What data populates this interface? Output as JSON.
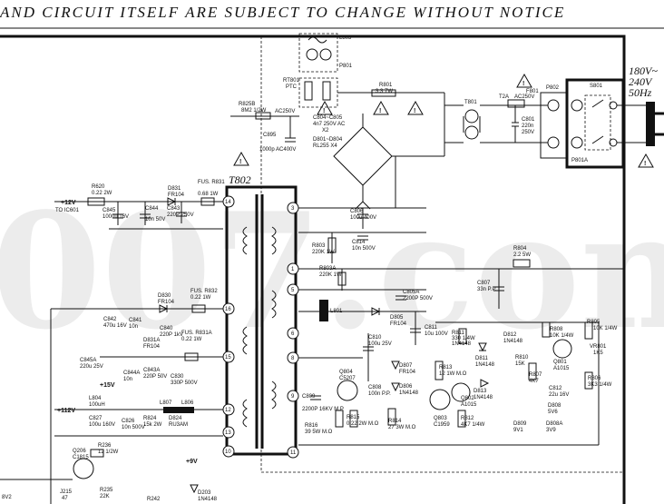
{
  "banner": "AND CIRCUIT ITSELF ARE SUBJECT TO CHANGE WITHOUT NOTICE",
  "watermark": "007.com",
  "mains": {
    "line1": "180V~",
    "line2": "240V",
    "line3": "50Hz"
  },
  "transformer": {
    "name": "T802"
  },
  "pins": [
    "14",
    "16",
    "15",
    "12",
    "13",
    "10",
    "3",
    "1",
    "5",
    "6",
    "8",
    "9",
    "11"
  ],
  "labels": {
    "L803": "L803",
    "P801": "P801",
    "RT801": "RT801",
    "PTC": "PTC",
    "AC250V": "AC250V",
    "R801": "R801",
    "R801v": "3.3 7W",
    "T801": "T801",
    "T2A": "T2A",
    "AC250V2": "AC250V",
    "F801": "F801",
    "C801": "C801",
    "C801v1": "220n",
    "C801v2": "250V",
    "P802": "P802",
    "S801": "S801",
    "P801A": "P801A",
    "R825B": "R825B",
    "R825Bv": "8M2 1/2W",
    "C895": "C895",
    "C895v": "1000p AC400V",
    "C804": "C804~C805",
    "C804v": "4n7 250V AC",
    "x2": "X2",
    "D801": "D801~D804",
    "D801v": "RL255 X4",
    "C806": "C806",
    "C806v": "100u 400V",
    "R620": "R620",
    "R620v": "0.22 2W",
    "plus12": "+12V",
    "toIC601": "TO IC601",
    "C845": "C845",
    "C845v": "1000u 16V",
    "C844": "C844",
    "C844v": "10n 50V",
    "D831": "D831",
    "D831v": "FR104",
    "C843": "C843",
    "C843v": "220P 250V",
    "R831": "FUS. R831",
    "R831v": "0.68 1W",
    "R803": "R803",
    "R803v": "220K 1W",
    "C814": "C814",
    "C814v": "10n 500V",
    "R804": "R804",
    "R804v": "2.2 5W",
    "R803A": "R803A",
    "R803Av": "220K 1W",
    "C807": "C807",
    "C807v": "33n P.P.",
    "D830": "D830",
    "D830v": "FR104",
    "R832": "FUS. R832",
    "R832v": "0.22 1W",
    "C842": "C842",
    "C842v": "470u 16V",
    "C841": "C841",
    "C841v": "10n",
    "C840": "C840",
    "C840v": "220P 1kV",
    "L801": "L801",
    "C805A": "C805A",
    "C805Av": "2200P 500V",
    "D805": "D805",
    "D805v": "FR104",
    "C811": "C811",
    "C811v": "10u 100V",
    "R811": "R811",
    "R811v": "330 1/4W",
    "D811": "D811",
    "D811v": "1N4148",
    "D812": "D812",
    "D812v": "1N4148",
    "R808": "R808",
    "R808v": "10K 1/4W",
    "R805": "R805",
    "R805v": "10K 1/4W",
    "VR801": "VR801",
    "VR801v": "1K5",
    "D831A": "D831A",
    "D831Av": "FR104",
    "R831A": "FUS. R831A",
    "R831Av": "0.22 1W",
    "C845A": "C845A",
    "C845Av": "220u 25V",
    "C844A": "C844A",
    "C844Av": "10n",
    "C843A": "C843A",
    "C843Av": "220P 50V",
    "C830": "C830",
    "C830v": "330P 500V",
    "C810": "C810",
    "C810v": "100u 25V",
    "Q804": "Q804",
    "Q804v": "C5207",
    "C809": "C809",
    "C809v": "2200P 16KV M.P",
    "D807": "D807",
    "D807v": "FR104",
    "D806": "D806",
    "D806v": "1N4148",
    "R813": "R813",
    "R813v": "12 1W M.O",
    "C808": "C808",
    "C808v": "100n P.P.",
    "Q803": "Q803",
    "Q803v": "C1959",
    "Q802": "Q802",
    "Q802v": "A1015",
    "D813": "D813",
    "D813v": "1N4148",
    "R807": "R807",
    "R807v": "4K7",
    "R810": "R810",
    "R810v": "15K",
    "Q801": "Q801",
    "Q801v": "A1015",
    "C812": "C812",
    "C812v": "22u 16V",
    "R806": "R806",
    "R806v": "3K3 1/4W",
    "D808": "D808",
    "D808v": "5V6",
    "plus15": "+15V",
    "plus112": "+112V",
    "L804": "L804",
    "L804v": "100uH",
    "L807": "L807",
    "L806": "L806",
    "C827": "C827",
    "C827v": "100u 160V",
    "C826": "C826",
    "C826v": "10n 500V",
    "R824": "R824",
    "R824v": "15k 2W",
    "D824": "D824",
    "D824v": "RU3AM",
    "R816": "R816",
    "R816v": "39 5W M.O",
    "R815": "R815",
    "R815v": "0.22 2W M.O",
    "R814": "R814",
    "R814v": "27 3W M.O",
    "R812": "R812",
    "R812v": "4K7 1/4W",
    "D809": "D809",
    "D809v": "9V1",
    "D808A": "D808A",
    "D808Av": "3V9",
    "Q206": "Q206",
    "Q206v": "C1815",
    "R236": "R236",
    "R236v": "12 1/2W",
    "plus9": "+9V",
    "D203": "D203",
    "D203v": "1N4148",
    "R235": "R235",
    "R235v": "22K",
    "R242": "R242",
    "J215": "J215",
    "J215v": "47",
    "edge8V2": "8V2"
  }
}
